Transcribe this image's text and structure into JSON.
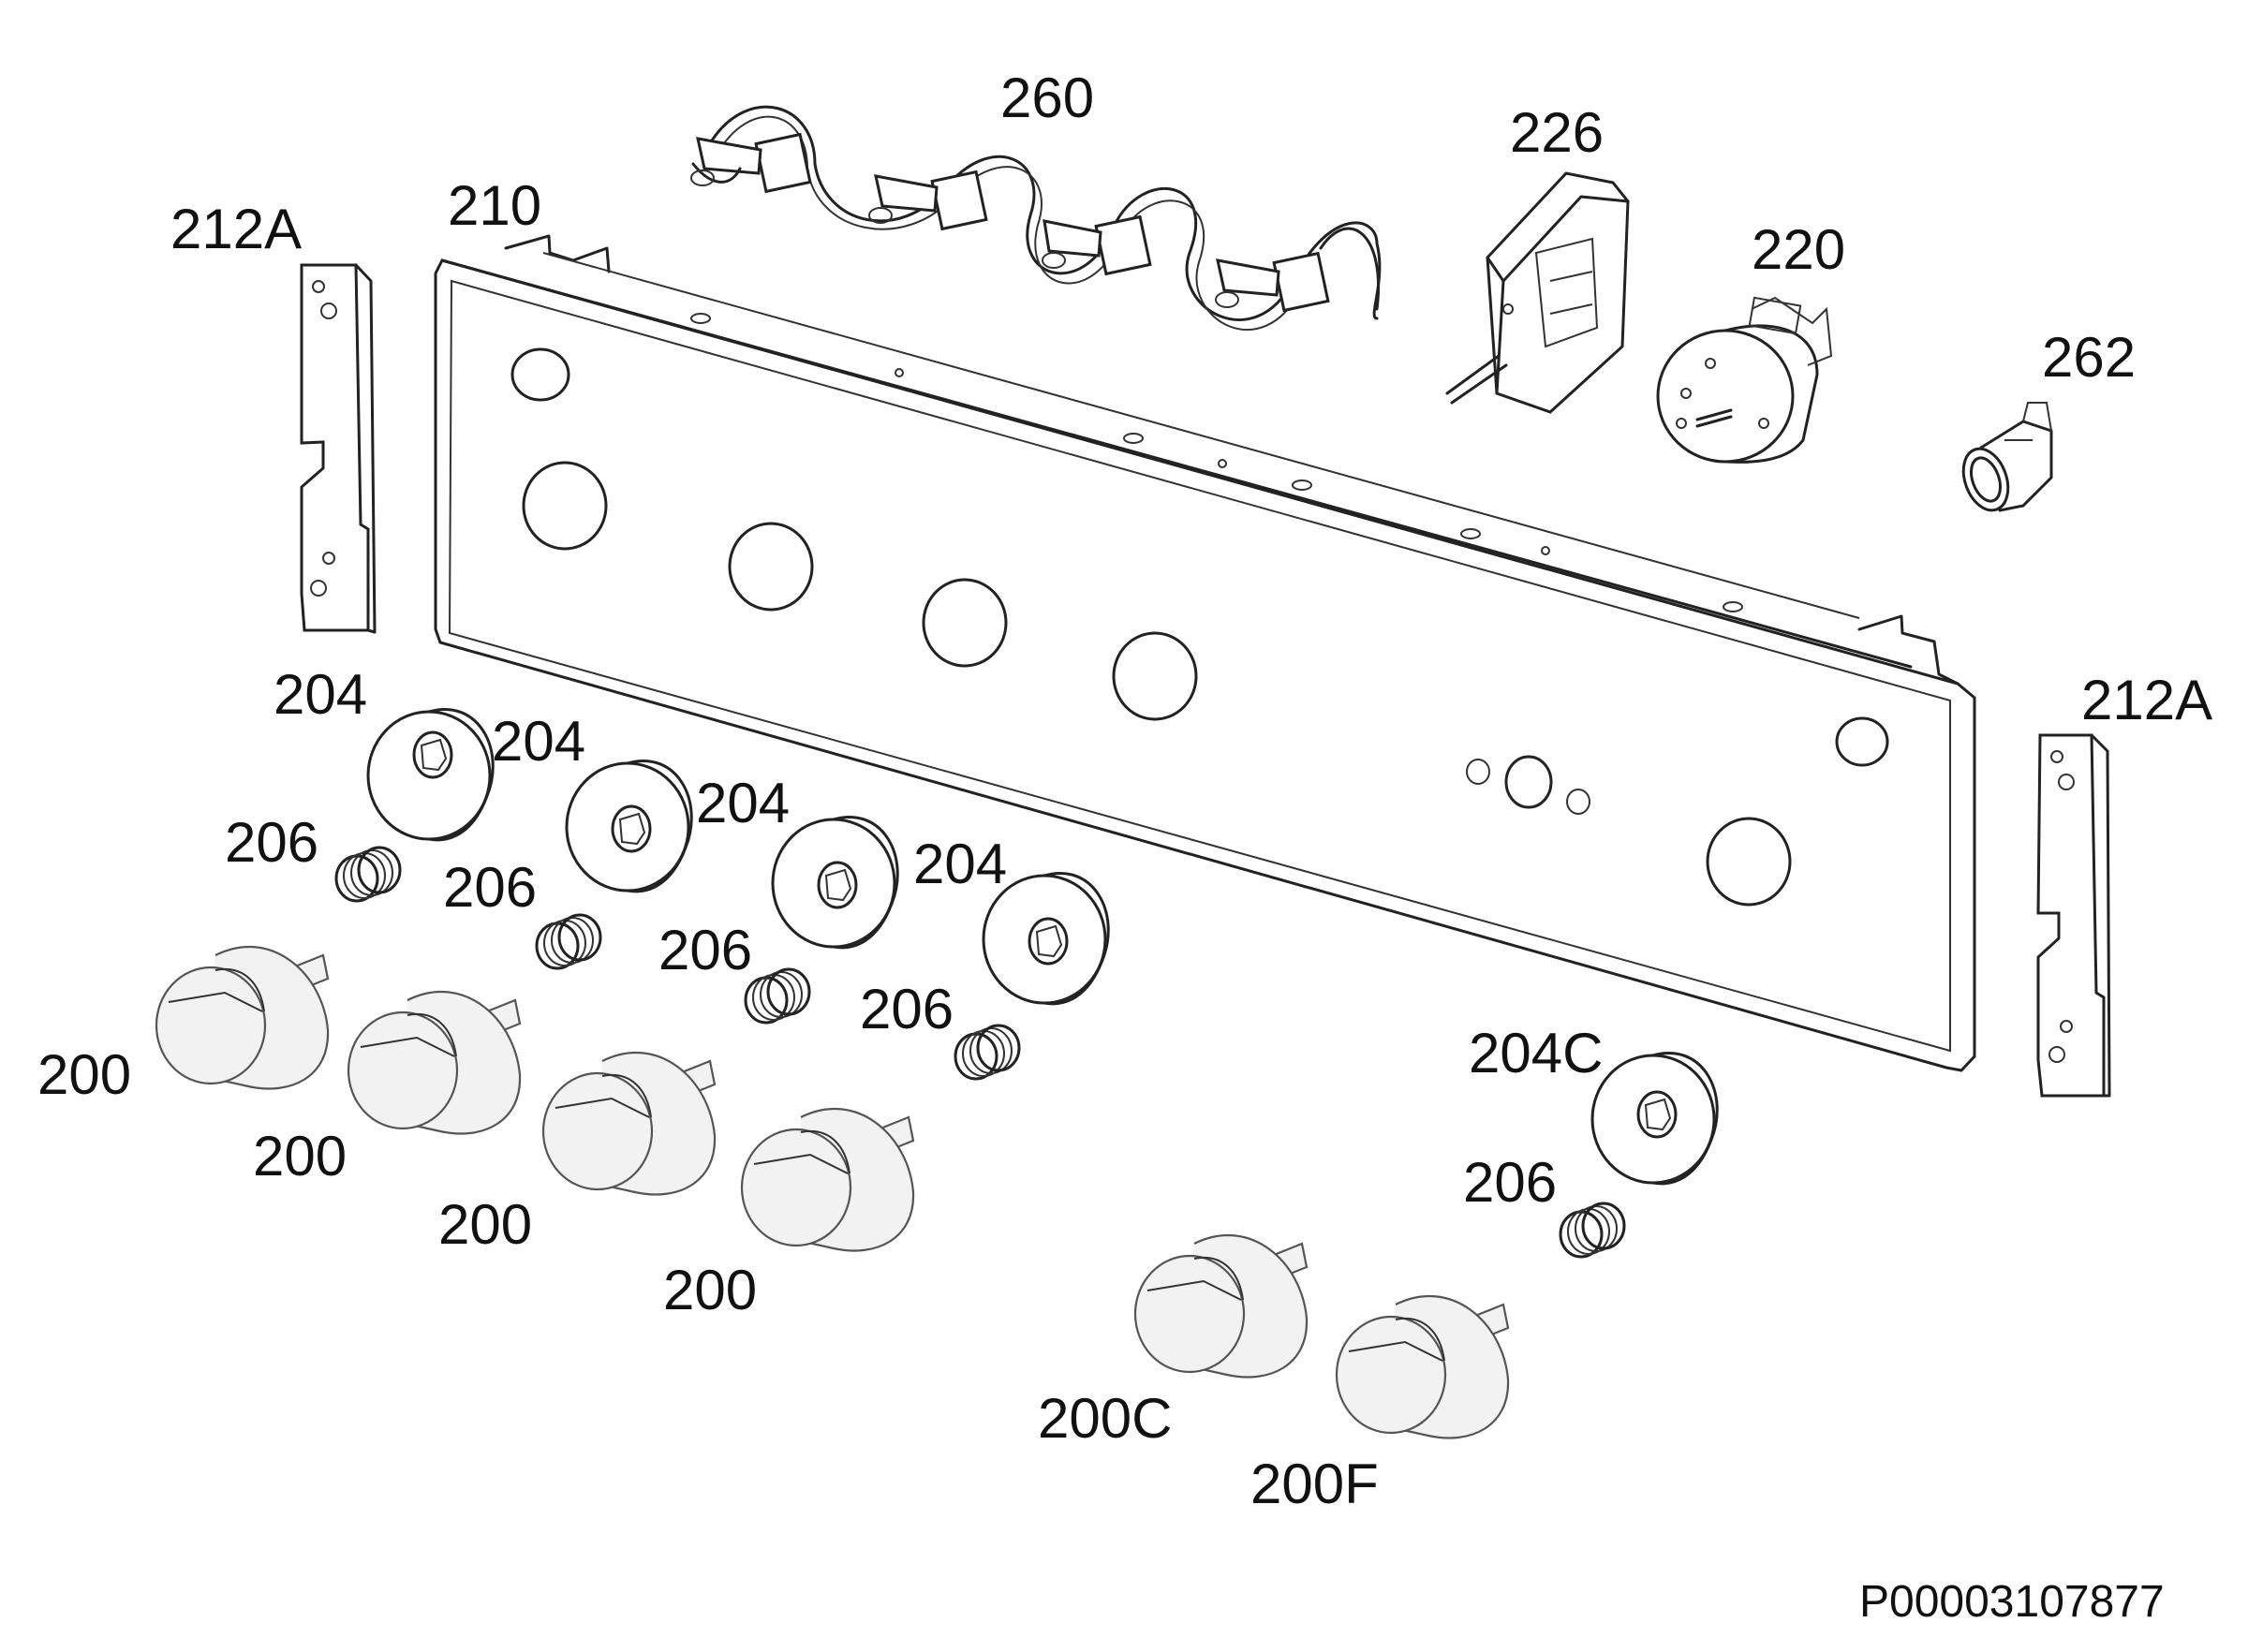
{
  "diagram": {
    "reference_code": "P00003107877",
    "labels": {
      "l260": "260",
      "l226": "226",
      "l210": "210",
      "l212a_left": "212A",
      "l220": "220",
      "l262": "262",
      "l212a_right": "212A",
      "l204_1": "204",
      "l204_2": "204",
      "l204_3": "204",
      "l204_4": "204",
      "l206_1": "206",
      "l206_2": "206",
      "l206_3": "206",
      "l206_4": "206",
      "l206_5": "206",
      "l200_1": "200",
      "l200_2": "200",
      "l200_3": "200",
      "l200_4": "200",
      "l204c": "204C",
      "l200c": "200C",
      "l200f": "200F"
    }
  }
}
